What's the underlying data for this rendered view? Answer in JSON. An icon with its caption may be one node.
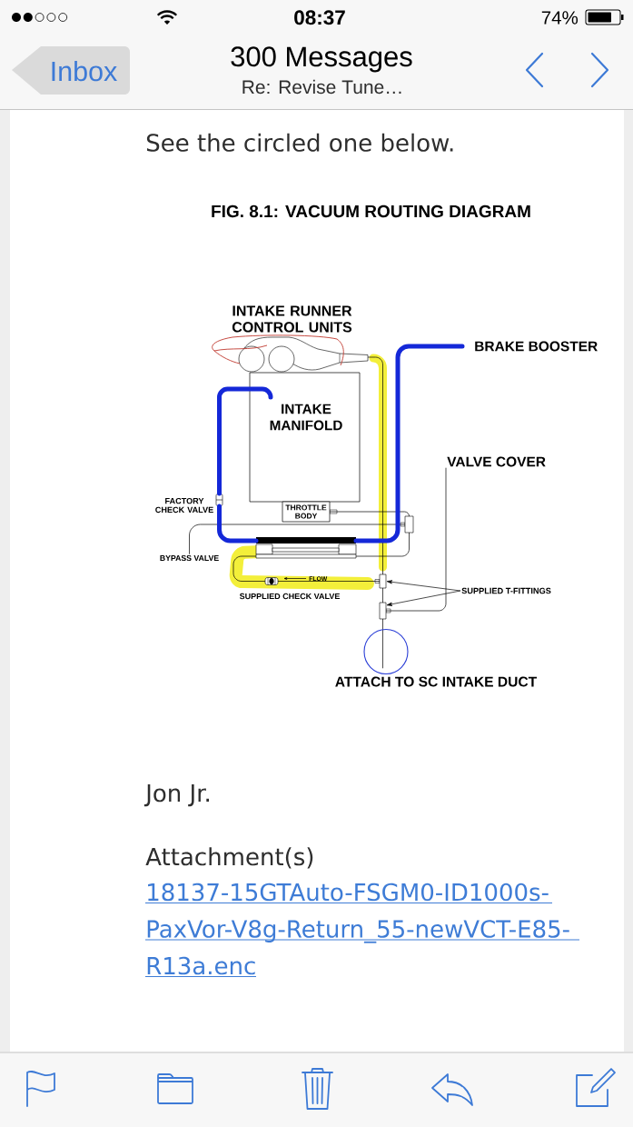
{
  "diagram": {
    "title": "FIG. 8.1: VACUUM ROUTING DIAGRAM",
    "nodes": [
      {
        "text": [
          "INTAKE RUNNER CONTROL UNITS"
        ]
      },
      {
        "text": [
          "BRAKE BOOSTER"
        ]
      },
      {
        "text": [
          "INTAKE MANIFOLD"
        ]
      },
      {
        "text": [
          "VALVE COVER"
        ]
      },
      {
        "text": [],
        "shape": "cylinder",
        "beside": [
          "FACTORY CHECK VALVE"
        ]
      },
      {
        "text": [
          "THROTTLE BODY"
        ]
      },
      {
        "text": [],
        "shape": "box"
      },
      {
        "text": [],
        "shape": "bar"
      },
      {
        "text": [
          "BYPASS VALVE"
        ]
      },
      {
        "text": [],
        "shape": "cylinder",
        "beside": [
          "SUPPLIED CHECK VALVE"
        ]
      },
      {
        "text": [],
        "shape": "box"
      },
      {
        "text": [
          "SUPPLIED T-FITTINGS"
        ]
      },
      {
        "text": [],
        "shape": "box"
      },
      {
        "text": [
          "ATTACH TO SC INTAKE DUCT"
        ]
      }
    ],
    "edges": [
      {
        "from": 2,
        "to": 4,
        "arrow": "none",
        "style": "thick",
        "color": "#1428d8"
      },
      {
        "from": 4,
        "to": 7,
        "arrow": "none",
        "style": "thick",
        "color": "#1428d8"
      },
      {
        "from": 7,
        "to": 1,
        "arrow": "none",
        "style": "thick",
        "color": "#1428d8"
      },
      {
        "from": 0,
        "to": 10,
        "arrow": "none"
      },
      {
        "from": 5,
        "to": 6,
        "arrow": "none"
      },
      {
        "from": 6,
        "to": 7,
        "arrow": "none"
      },
      {
        "from": 8,
        "to": 6,
        "arrow": "none"
      },
      {
        "from": 7,
        "to": 9,
        "arrow": "none"
      },
      {
        "from": 9,
        "to": 10,
        "arrow": "none"
      },
      {
        "from": 10,
        "to": 12,
        "arrow": "none"
      },
      {
        "from": 3,
        "to": 12,
        "arrow": "none"
      },
      {
        "from": 11,
        "to": 10,
        "arrow": "to"
      },
      {
        "from": 11,
        "to": 12,
        "arrow": "to"
      },
      {
        "from": 12,
        "to": 13,
        "arrow": "none"
      }
    ],
    "labels": [
      "08:37",
      "74%",
      "Inbox",
      "300 Messages",
      "Re: Revise Tune…",
      "See the circled one below.",
      "FLOW",
      "Jon Jr.",
      "Attachment(s)",
      "18137-15GTAuto-FSGM0-ID1000s-PaxVor-V8g-Return_55-newVCT-E85-R13a.enc"
    ]
  }
}
